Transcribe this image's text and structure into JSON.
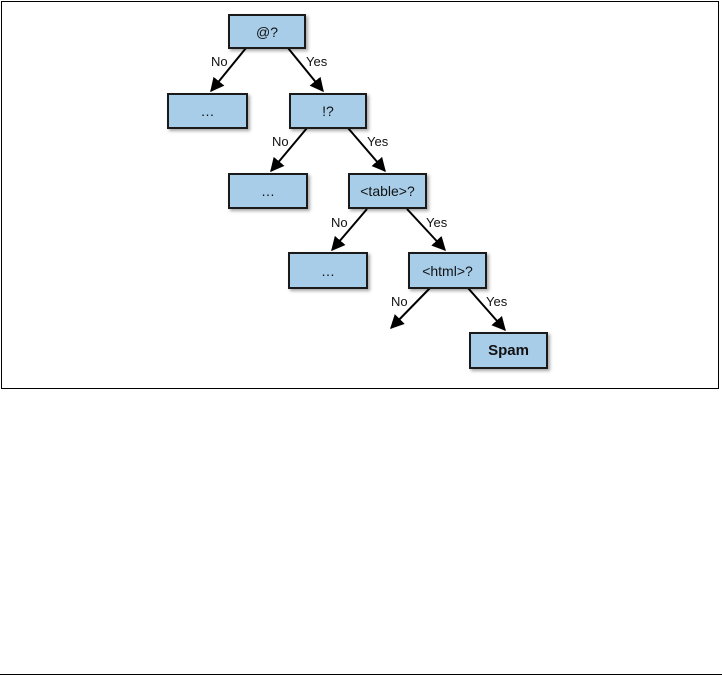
{
  "nodes": {
    "root": "@?",
    "root_no": "…",
    "bang": "!?",
    "bang_no": "…",
    "table": "<table>?",
    "table_no": "…",
    "html": "<html>?",
    "spam": "Spam"
  },
  "edges": {
    "root_no": "No",
    "root_yes": "Yes",
    "bang_no": "No",
    "bang_yes": "Yes",
    "table_no": "No",
    "table_yes": "Yes",
    "html_no": "No",
    "html_yes": "Yes"
  },
  "colors": {
    "node_fill": "#a8cde9",
    "node_border": "#1a1a1a"
  }
}
